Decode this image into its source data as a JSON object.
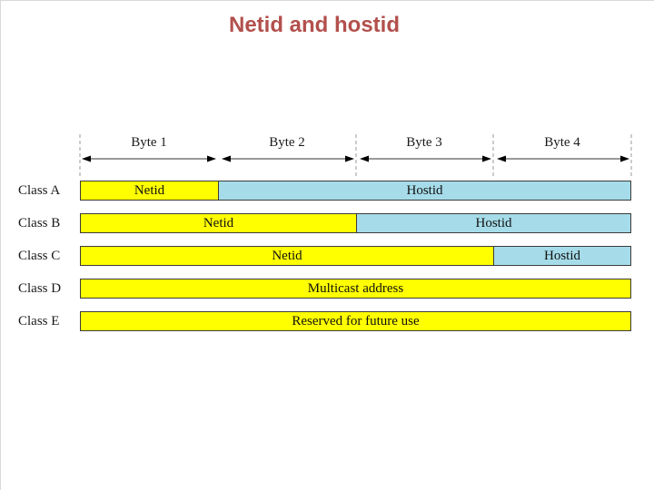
{
  "title": "Netid and hostid",
  "byte_scale": {
    "labels": [
      "Byte 1",
      "Byte 2",
      "Byte 3",
      "Byte 4"
    ]
  },
  "rows": [
    {
      "label": "Class A",
      "segments": [
        {
          "text": "Netid",
          "kind": "netid"
        },
        {
          "text": "Hostid",
          "kind": "hostid"
        }
      ]
    },
    {
      "label": "Class B",
      "segments": [
        {
          "text": "Netid",
          "kind": "netid"
        },
        {
          "text": "Hostid",
          "kind": "hostid"
        }
      ]
    },
    {
      "label": "Class C",
      "segments": [
        {
          "text": "Netid",
          "kind": "netid"
        },
        {
          "text": "Hostid",
          "kind": "hostid"
        }
      ]
    },
    {
      "label": "Class D",
      "segments": [
        {
          "text": "Multicast address",
          "kind": "netid"
        }
      ]
    },
    {
      "label": "Class E",
      "segments": [
        {
          "text": "Reserved for future use",
          "kind": "netid"
        }
      ]
    }
  ],
  "colors": {
    "title_text": "#b2504c",
    "netid_fill": "#ffff00",
    "hostid_fill": "#a6dce9",
    "box_border": "#3b3b3b",
    "dashed_guide": "#999999"
  }
}
